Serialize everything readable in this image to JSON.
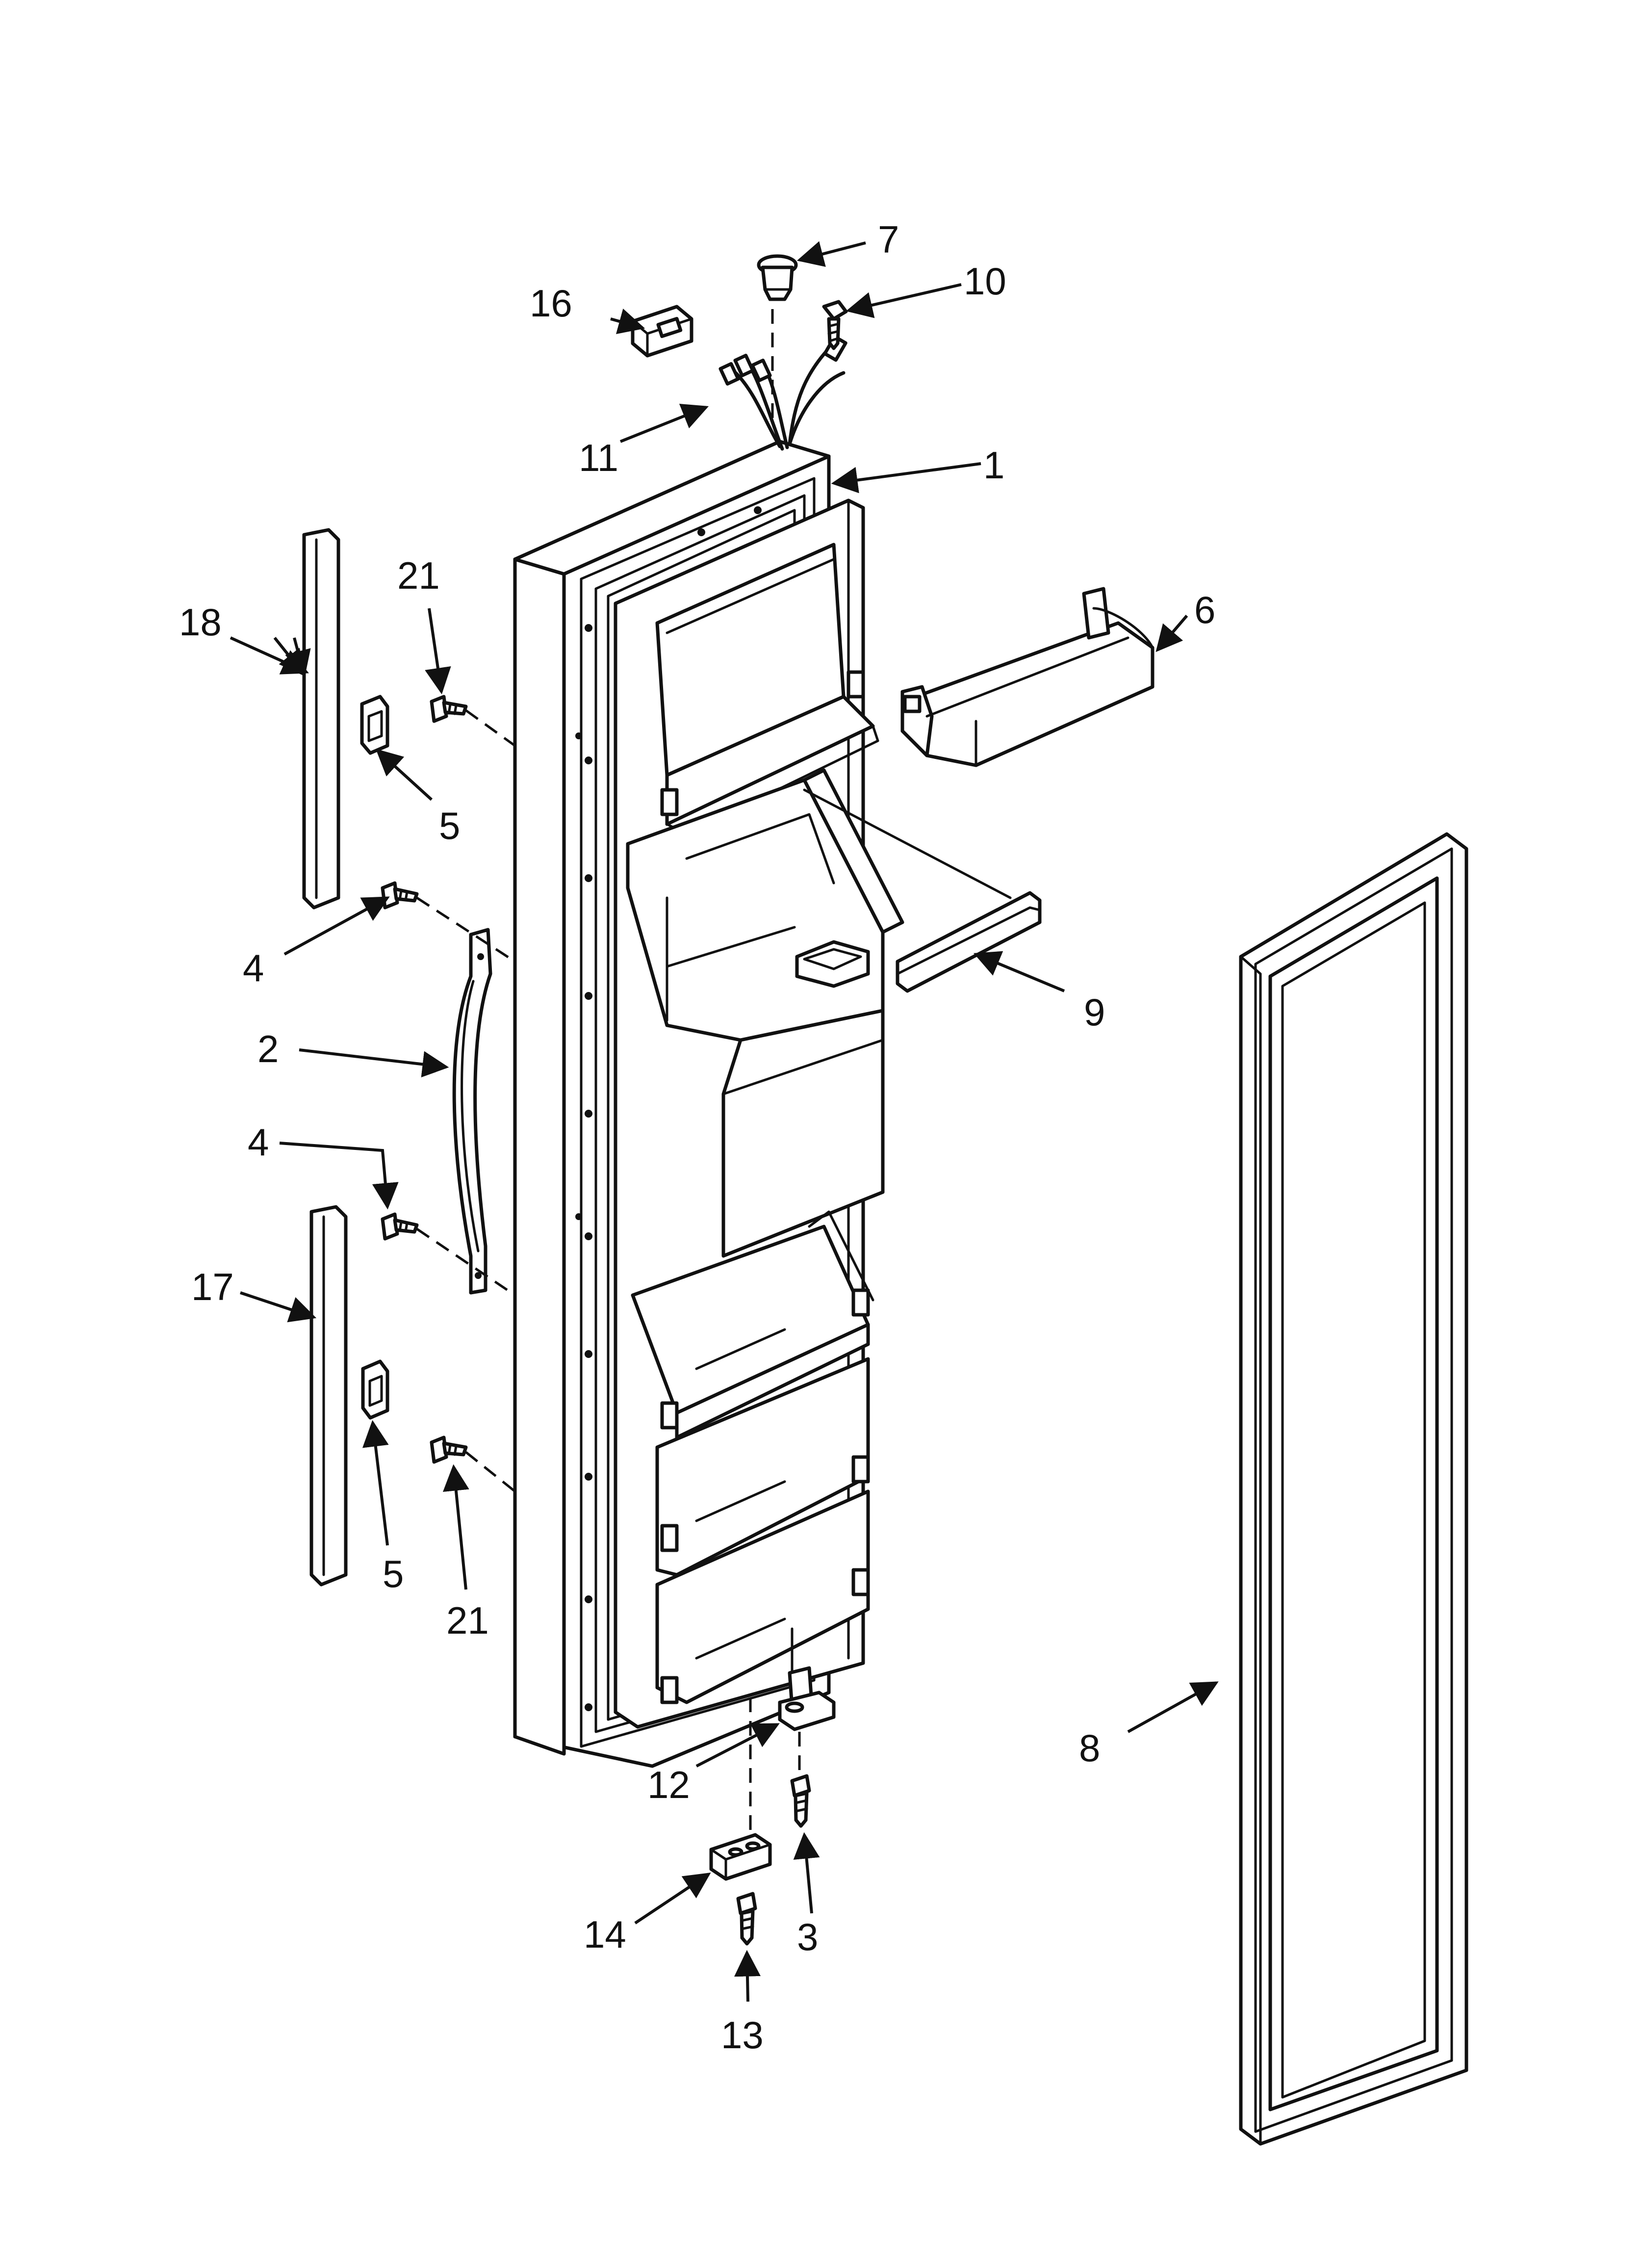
{
  "callouts": {
    "c1": "1",
    "c2": "2",
    "c3": "3",
    "c4a": "4",
    "c4b": "4",
    "c5a": "5",
    "c5b": "5",
    "c6": "6",
    "c7": "7",
    "c8": "8",
    "c9": "9",
    "c10": "10",
    "c11": "11",
    "c12": "12",
    "c13": "13",
    "c14": "14",
    "c16": "16",
    "c17": "17",
    "c18": "18",
    "c21a": "21",
    "c21b": "21"
  },
  "colors": {
    "line": "#111111",
    "background": "#ffffff"
  }
}
